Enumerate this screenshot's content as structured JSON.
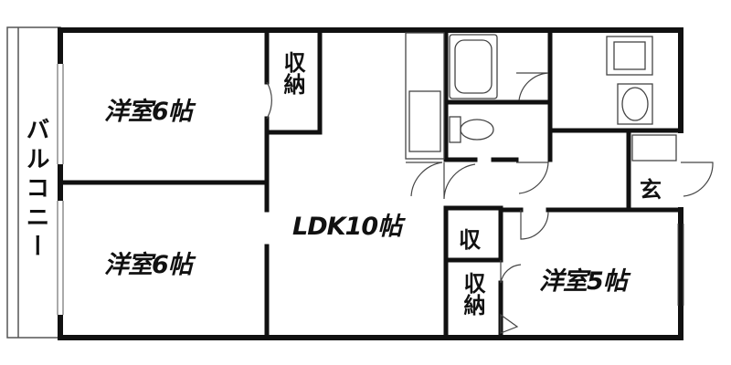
{
  "rooms": {
    "western_room_upper": "洋室6帖",
    "western_room_lower": "洋室6帖",
    "ldk": "LDK10帖",
    "western_room_right": "洋室5帖"
  },
  "storage": {
    "upper_closet": "収納",
    "small_closet": "収",
    "lower_closet": "収納"
  },
  "entrance": "玄",
  "balcony": "バルコニー"
}
